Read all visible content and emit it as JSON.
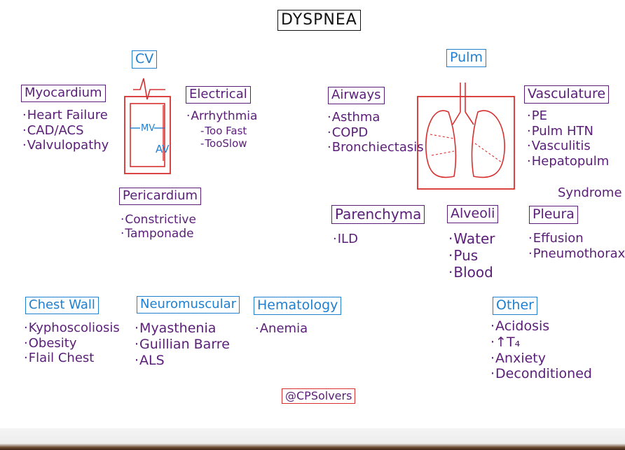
{
  "title": "DYSPNEA",
  "cv": {
    "label": "CV",
    "heart_labels": {
      "mv": "MV",
      "av": "AV"
    },
    "myocardium": {
      "title": "Myocardium",
      "items": [
        "Heart Failure",
        "CAD/ACS",
        "Valvulopathy"
      ]
    },
    "electrical": {
      "title": "Electrical",
      "items": [
        "Arrhythmia"
      ],
      "subitems": [
        "Too Fast",
        "TooSlow"
      ]
    },
    "pericardium": {
      "title": "Pericardium",
      "items": [
        "Constrictive",
        "Tamponade"
      ]
    }
  },
  "pulm": {
    "label": "Pulm",
    "airways": {
      "title": "Airways",
      "items": [
        "Asthma",
        "COPD",
        "Bronchiectasis"
      ]
    },
    "vasculature": {
      "title": "Vasculature",
      "items": [
        "PE",
        "Pulm HTN",
        "Vasculitis",
        "Hepatopulm",
        "Syndrome"
      ]
    },
    "parenchyma": {
      "title": "Parenchyma",
      "items": [
        "ILD"
      ]
    },
    "alveoli": {
      "title": "Alveoli",
      "items": [
        "Water",
        "Pus",
        "Blood"
      ]
    },
    "pleura": {
      "title": "Pleura",
      "items": [
        "Effusion",
        "Pneumothorax"
      ]
    }
  },
  "chest_wall": {
    "title": "Chest Wall",
    "items": [
      "Kyphoscoliosis",
      "Obesity",
      "Flail Chest"
    ]
  },
  "neuromuscular": {
    "title": "Neuromuscular",
    "items": [
      "Myasthenia",
      "Guillian Barre",
      "ALS"
    ]
  },
  "hematology": {
    "title": "Hematology",
    "items": [
      "Anemia"
    ]
  },
  "other": {
    "title": "Other",
    "items": [
      "Acidosis",
      "↑T₄",
      "Anxiety",
      "Deconditioned"
    ]
  },
  "handle": "@CPSolvers",
  "colors": {
    "purple": "#5a1e78",
    "blue": "#1f7fd0",
    "red": "#d83030",
    "black": "#111111"
  }
}
